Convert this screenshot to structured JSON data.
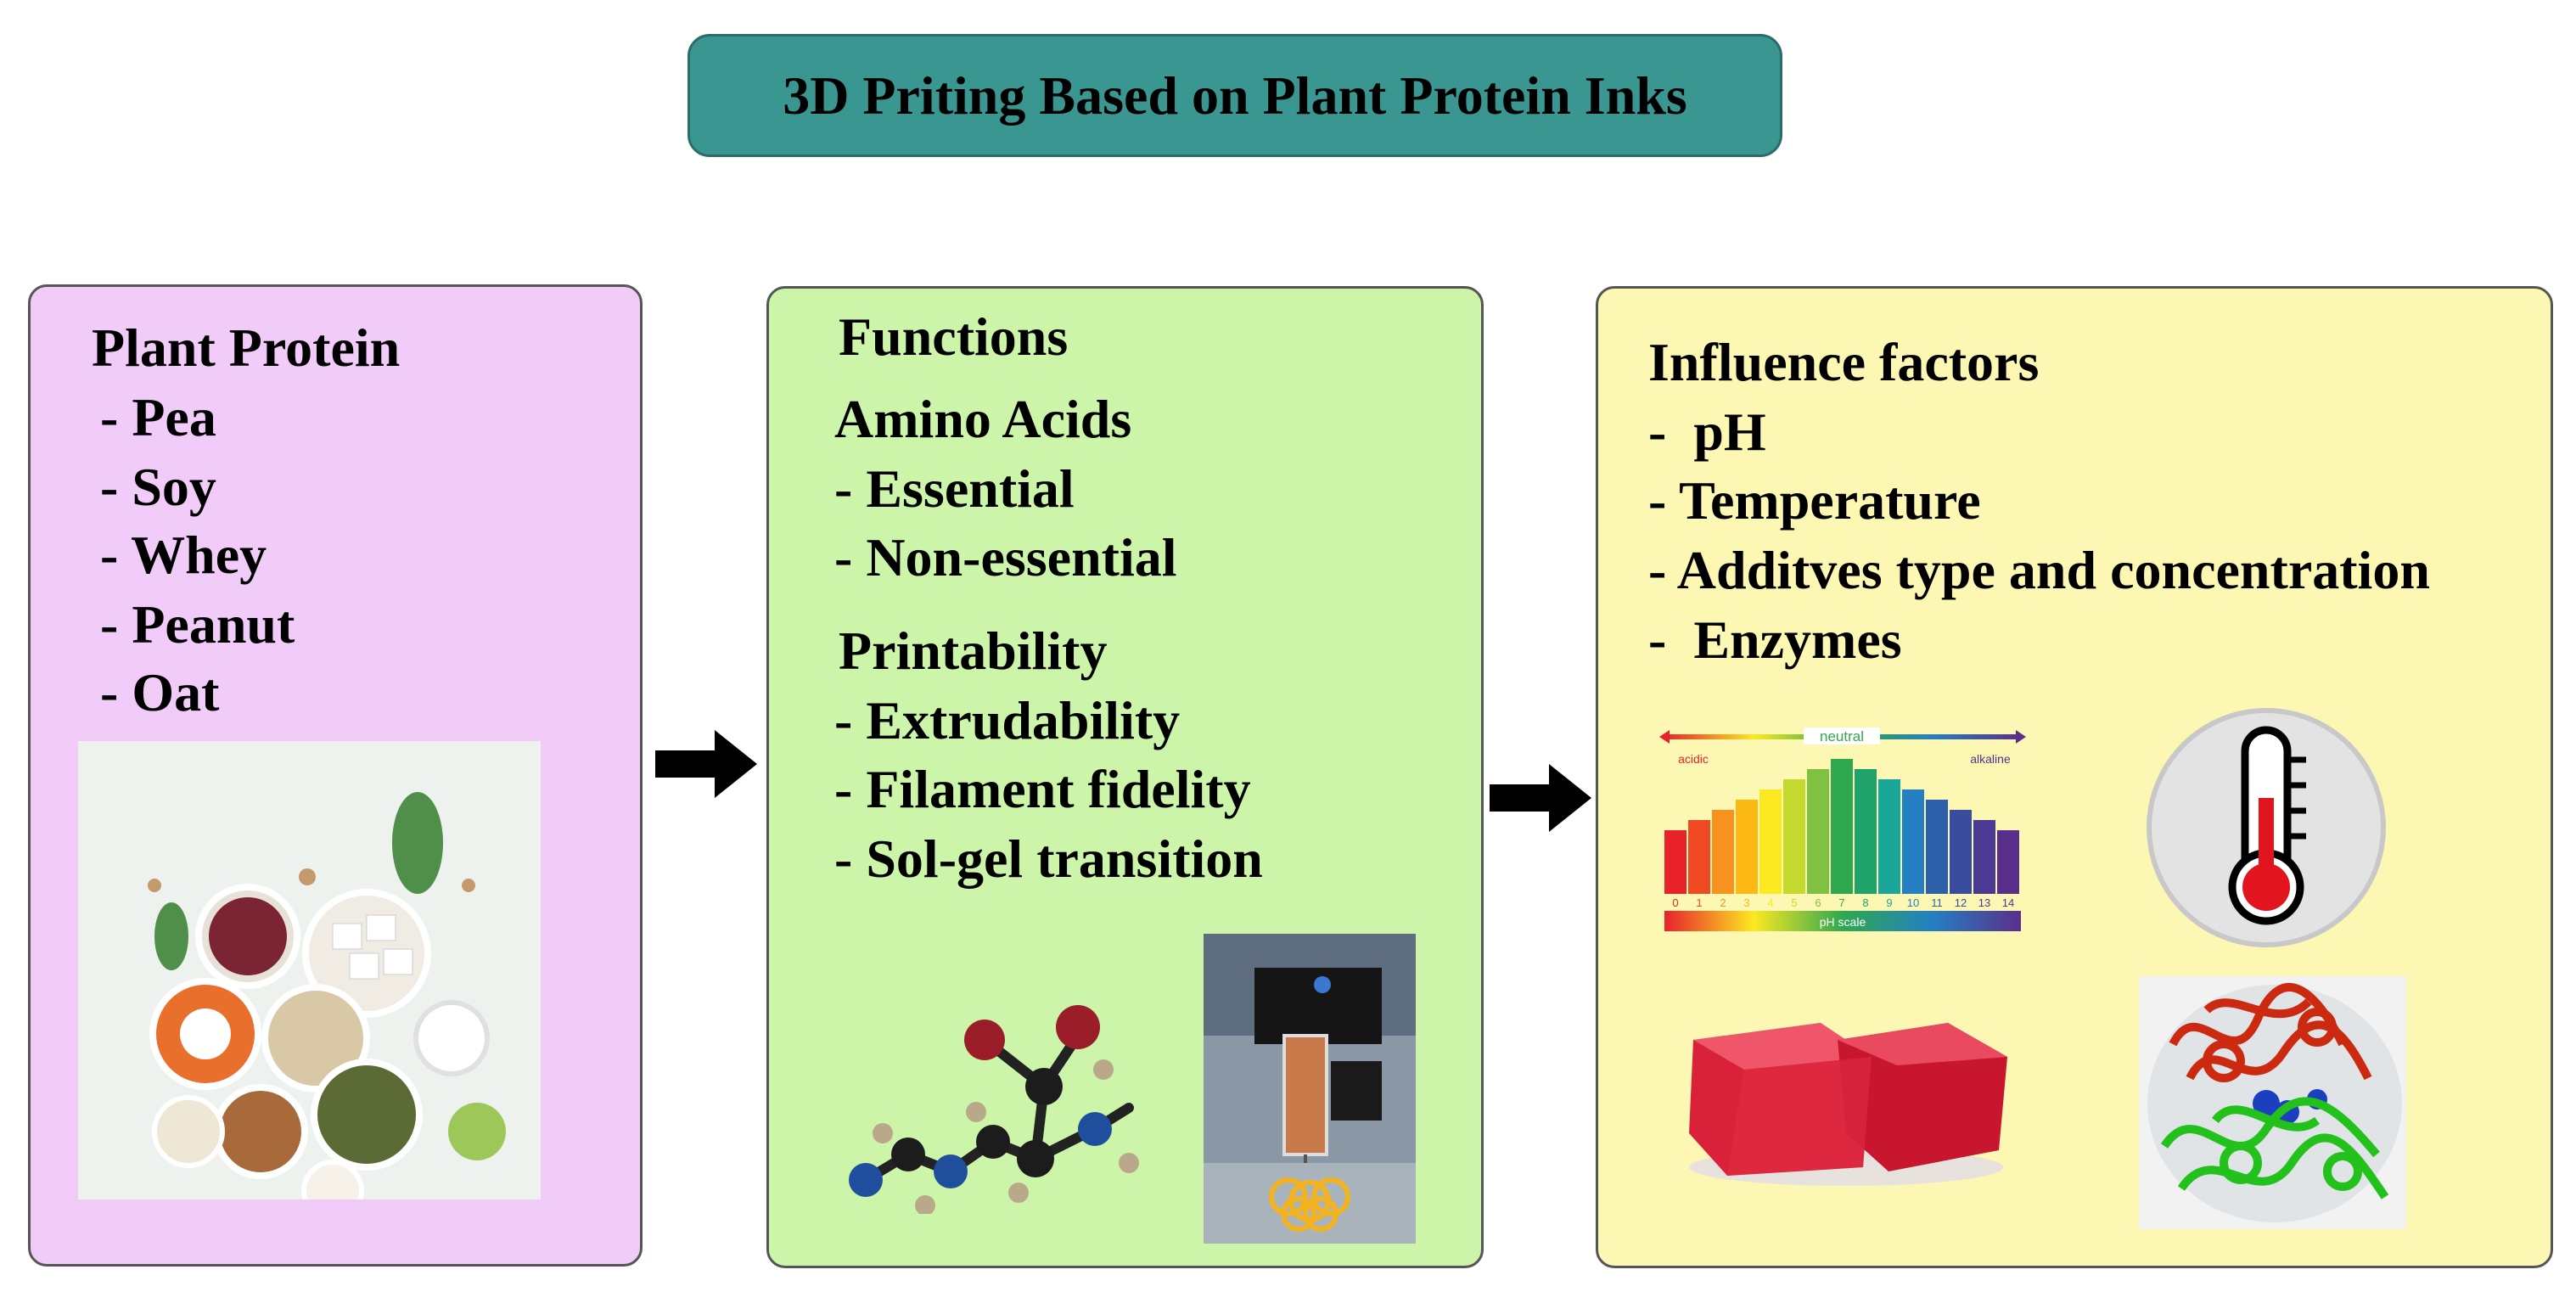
{
  "title": "3D Priting Based on Plant Protein Inks",
  "panel1": {
    "heading": "Plant Protein",
    "items": [
      "- Pea",
      "- Soy",
      "- Whey",
      "- Peanut",
      "- Oat"
    ]
  },
  "panel2": {
    "heading": "Functions",
    "amino_heading": "Amino Acids",
    "amino_items": [
      "- Essential",
      "- Non-essential"
    ],
    "print_heading": "Printability",
    "print_items": [
      "- Extrudability",
      "- Filament fidelity",
      "- Sol-gel transition"
    ]
  },
  "panel3": {
    "heading": "Influence factors",
    "items": [
      "-  pH",
      "- Temperature",
      "- Additves type and concentration",
      "-  Enzymes"
    ]
  },
  "ph_scale": {
    "neutral": "neutral",
    "acidic": "acidic",
    "alkaline": "alkaline",
    "scale_label": "pH scale",
    "numbers": [
      "0",
      "1",
      "2",
      "3",
      "4",
      "5",
      "6",
      "7",
      "8",
      "9",
      "10",
      "11",
      "12",
      "13",
      "14"
    ],
    "colors": [
      "#e8212b",
      "#f04a24",
      "#f7921e",
      "#fcb814",
      "#fce922",
      "#c4d92e",
      "#7fc242",
      "#2fa84f",
      "#20a36b",
      "#1aa79a",
      "#2480c3",
      "#2d5fab",
      "#3a4c9e",
      "#4b3a93",
      "#5a2f8a"
    ]
  },
  "colors": {
    "title_bg": "#3a9690",
    "panel1_bg": "#f2ccf8",
    "panel2_bg": "#cdf5aa",
    "panel3_bg": "#fcf8b4"
  }
}
